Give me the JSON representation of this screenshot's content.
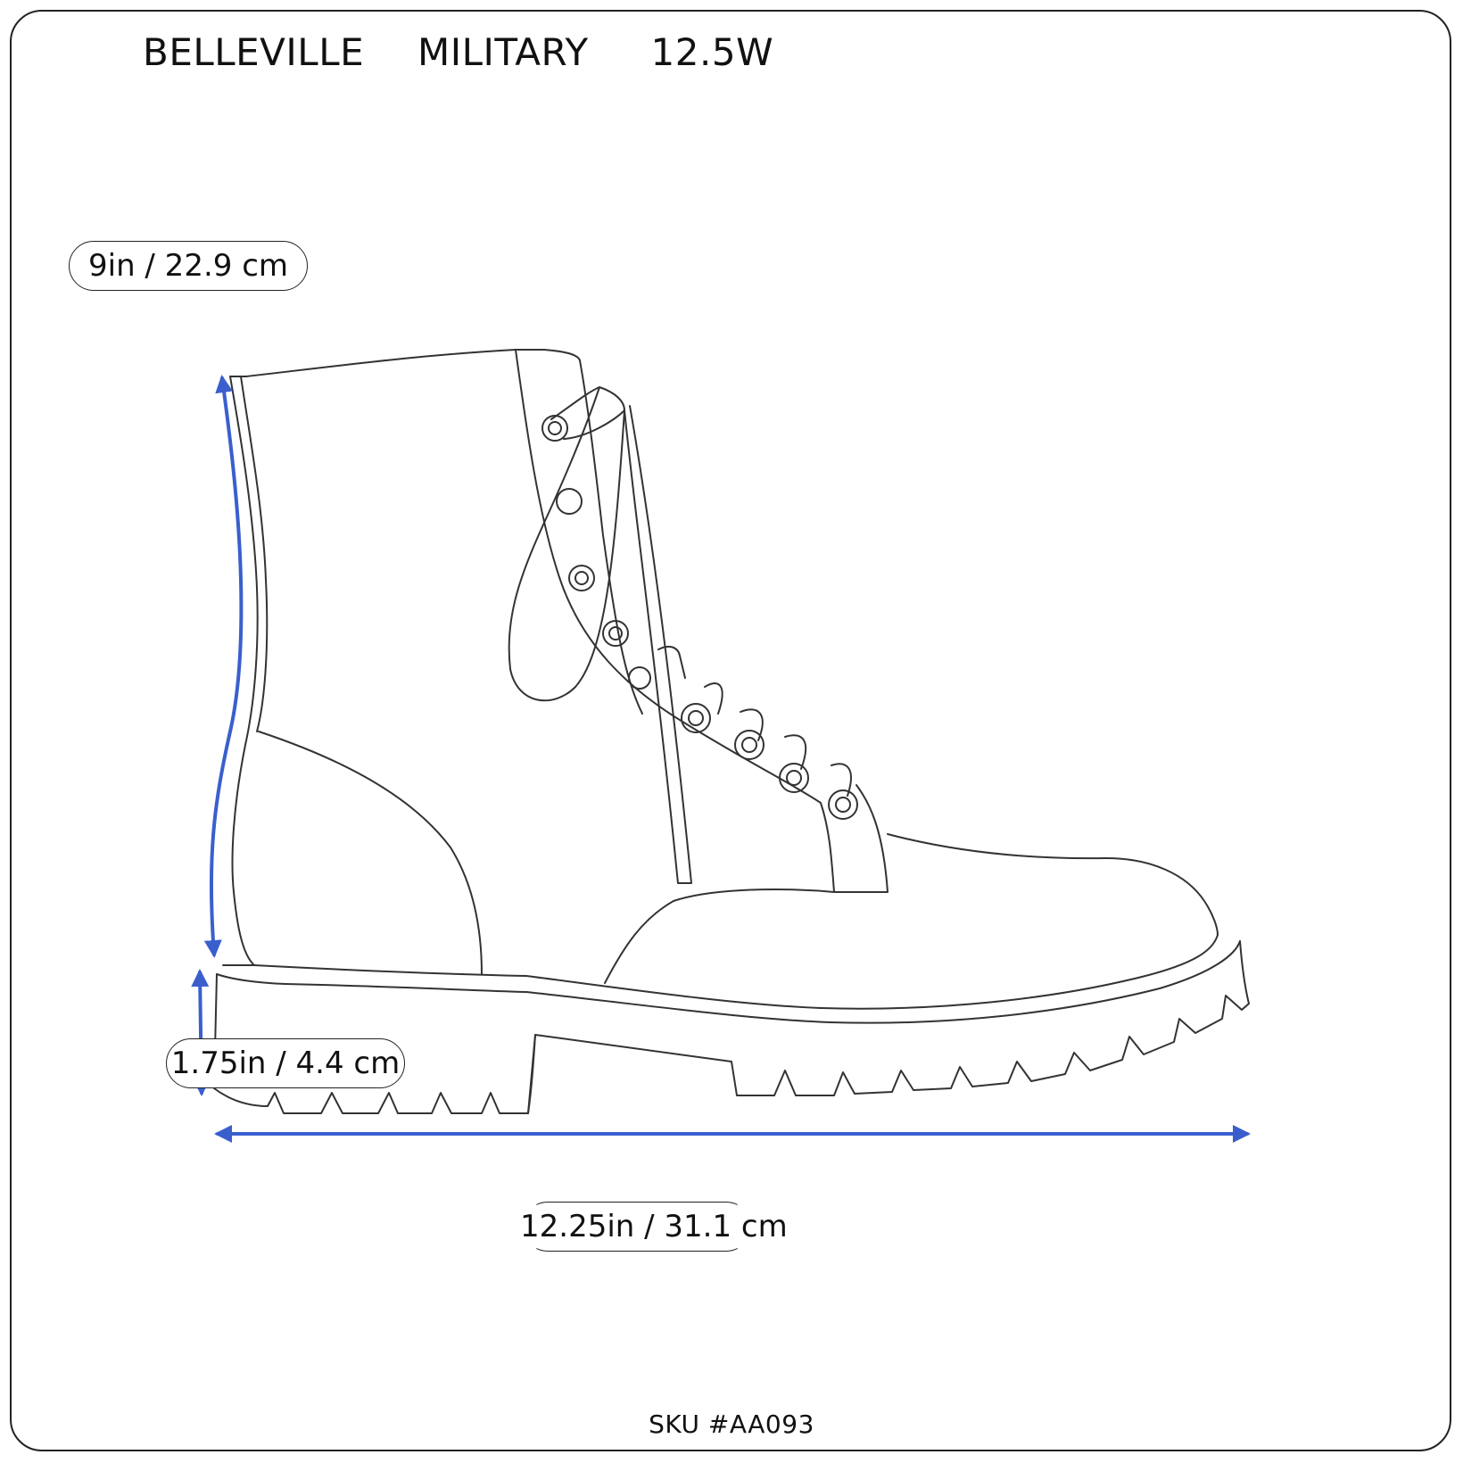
{
  "header": {
    "brand": "BELLEVILLE",
    "model": "MILITARY",
    "size": "12.5W"
  },
  "measurements": {
    "shaft_height": "9in / 22.9 cm",
    "heel_height": "1.75in / 4.4 cm",
    "length": "12.25in / 31.1 cm"
  },
  "footer": {
    "sku": "SKU #AA093"
  },
  "colors": {
    "dimension_arrow": "#3a5fcd",
    "outline": "#333333"
  }
}
